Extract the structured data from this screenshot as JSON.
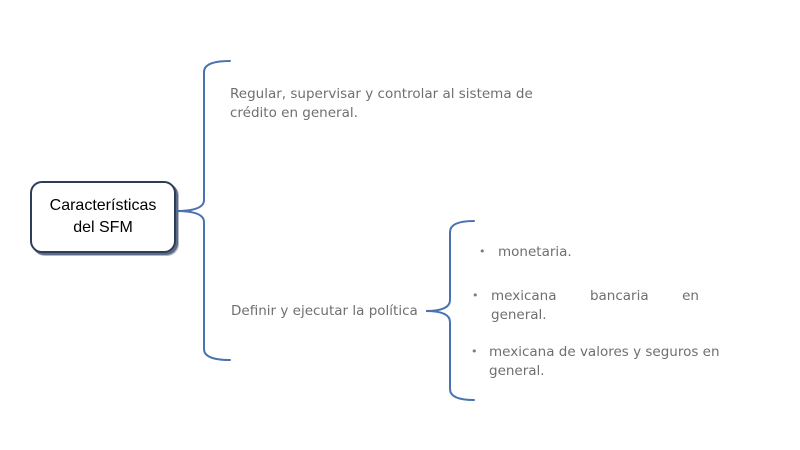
{
  "root": {
    "line1": "Características",
    "line2": "del SFM"
  },
  "branch_top": {
    "line1": "Regular, supervisar y controlar al sistema de",
    "line2": "crédito en general."
  },
  "branch_bottom": {
    "label": "Definir y ejecutar la política"
  },
  "sub_items": {
    "item1": {
      "line1": "monetaria."
    },
    "item2": {
      "word1": "mexicana",
      "word2": "bancaria",
      "word3": "en",
      "line2": "general."
    },
    "item3": {
      "line1": "mexicana de valores y seguros en",
      "line2": "general."
    },
    "bullet_char": "•"
  },
  "colors": {
    "bracket": "#4a72b0",
    "box_border": "#2f3e57",
    "text": "#6f6f6f"
  }
}
